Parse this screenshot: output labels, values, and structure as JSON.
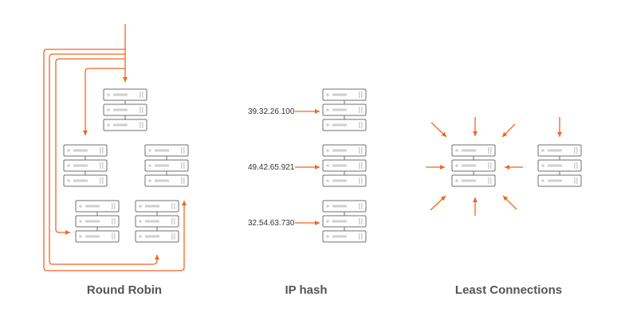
{
  "diagram": {
    "colors": {
      "arrow": "#f26522",
      "server_stroke": "#6f6f6f",
      "server_fill": "#ffffff",
      "server_detail": "#cfcfcf",
      "label_text": "#555555"
    },
    "sections": [
      {
        "id": "round-robin",
        "label": "Round Robin"
      },
      {
        "id": "ip-hash",
        "label": "IP hash",
        "ips": [
          "39.32.26.100",
          "49.42.65.921",
          "32.54.63.730"
        ]
      },
      {
        "id": "least-connections",
        "label": "Least Connections"
      }
    ]
  }
}
